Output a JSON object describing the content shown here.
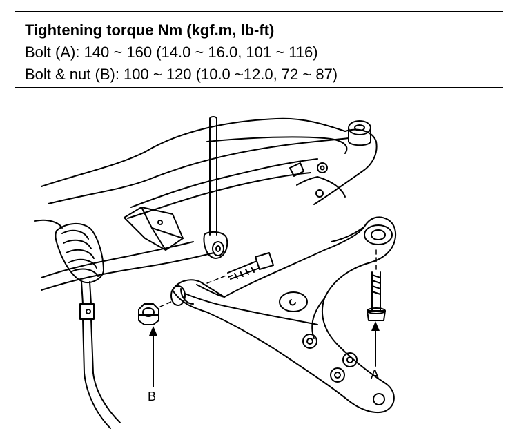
{
  "torque_table": {
    "title": "Tightening torque Nm (kgf.m, lb-ft)",
    "rows": [
      "Bolt (A): 140 ~ 160 (14.0 ~ 16.0, 101 ~ 116)",
      "Bolt  &  nut (B): 100 ~ 120 (10.0 ~12.0, 72 ~ 87)"
    ]
  },
  "callouts": {
    "a": "A",
    "b": "B"
  }
}
